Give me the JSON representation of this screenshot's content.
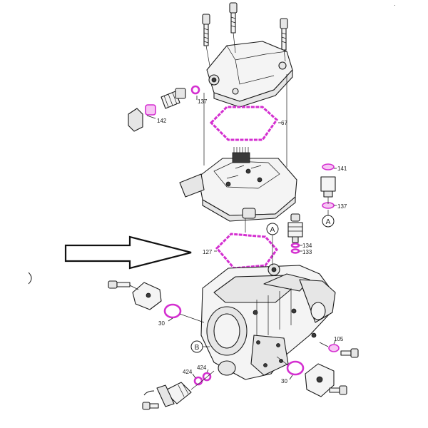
{
  "callouts": {
    "c67": "67",
    "c137a": "137",
    "c142": "142",
    "c141": "141",
    "c137b": "137",
    "c134": "134",
    "c133": "133",
    "c127": "127",
    "c30a": "30",
    "c105": "105",
    "c424a": "424",
    "c424b": "424",
    "c30b": "30"
  },
  "view_markers": {
    "a_top": "A",
    "a_right": "A",
    "b": "B"
  },
  "colors": {
    "seal": "#d42fd0",
    "outline": "#1a1a1a"
  }
}
